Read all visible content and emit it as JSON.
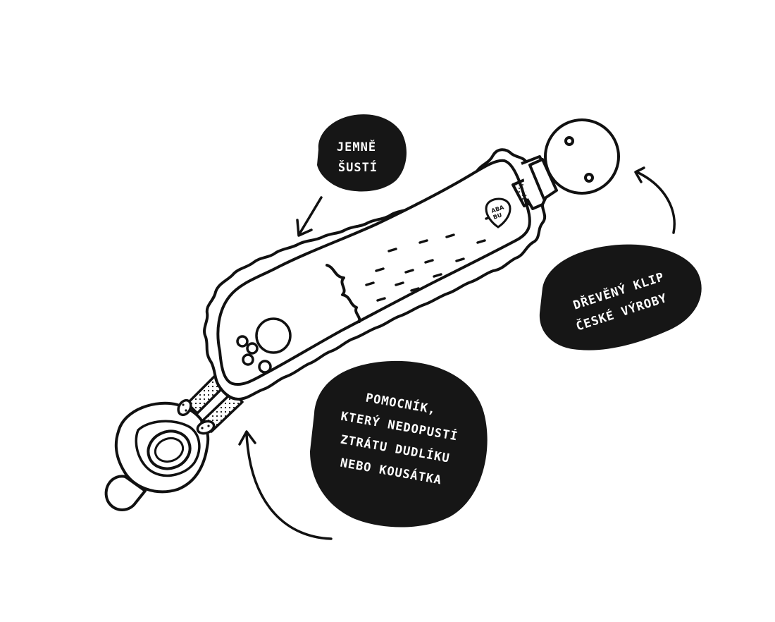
{
  "callouts": {
    "rustle": {
      "lines": [
        "JEMNĚ",
        "ŠUSTÍ"
      ]
    },
    "clip": {
      "lines": [
        "DŘEVĚNÝ KLIP",
        "ČESKÉ VÝROBY"
      ]
    },
    "helper": {
      "lines": [
        "POMOCNÍK,",
        "KTERÝ NEDOPUSTÍ",
        "ZTRÁTU DUDLÍKU",
        "NEBO KOUSÁTKA"
      ]
    }
  },
  "logo": {
    "lines": [
      "ABA",
      "BU"
    ]
  },
  "colors": {
    "ink": "#111111",
    "paper": "#ffffff",
    "blob": "#161616"
  }
}
